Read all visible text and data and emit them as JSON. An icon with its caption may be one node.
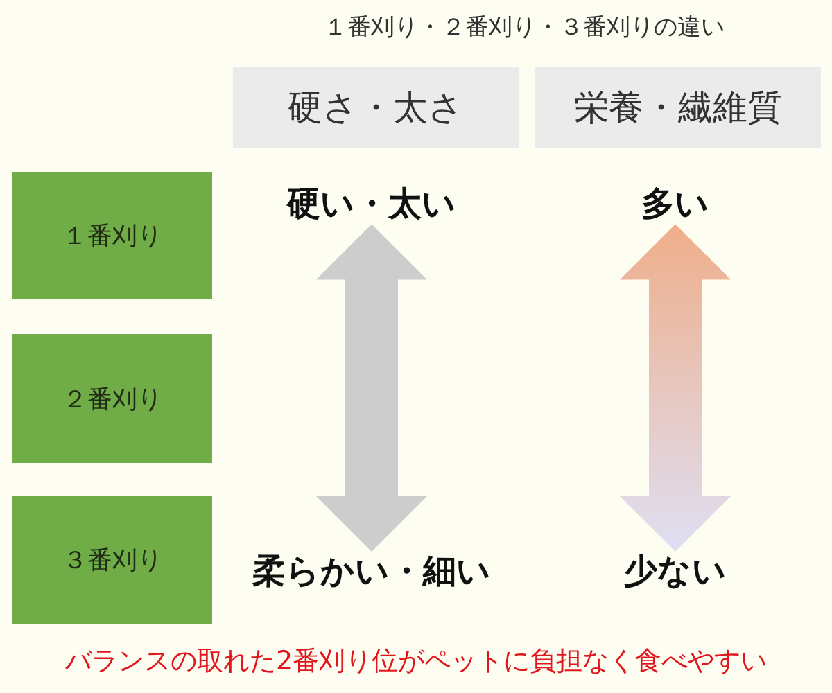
{
  "diagram": {
    "title": "１番刈り・２番刈り・３番刈りの違い",
    "caption": "バランスの取れた2番刈り位がペットに負担なく食べやすい",
    "nodes": [
      {
        "text": [
          "硬さ・太さ"
        ]
      },
      {
        "text": [
          "栄養・繊維質"
        ]
      },
      {
        "text": [
          "１番刈り"
        ]
      },
      {
        "text": [
          "硬い・太い"
        ]
      },
      {
        "text": [
          "多い"
        ]
      },
      {
        "text": [
          "２番刈り"
        ]
      },
      {
        "text": [
          "３番刈り"
        ]
      },
      {
        "text": [
          "柔らかい・細い"
        ]
      },
      {
        "text": [
          "少ない"
        ]
      }
    ],
    "edges": [
      {
        "from": 3,
        "to": 7,
        "arrow": "both"
      },
      {
        "from": 4,
        "to": 8,
        "arrow": "both",
        "color": "#efae8a"
      }
    ]
  }
}
